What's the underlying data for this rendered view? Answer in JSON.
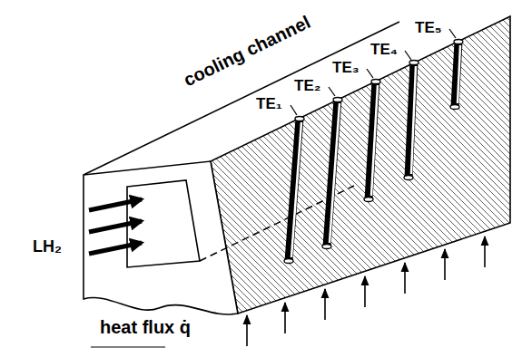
{
  "diagram": {
    "labels": [
      "cooling channel",
      "TE₁",
      "TE₂",
      "TE₃",
      "TE₄",
      "TE₅",
      "LH₂",
      "heat flux q̇"
    ]
  }
}
